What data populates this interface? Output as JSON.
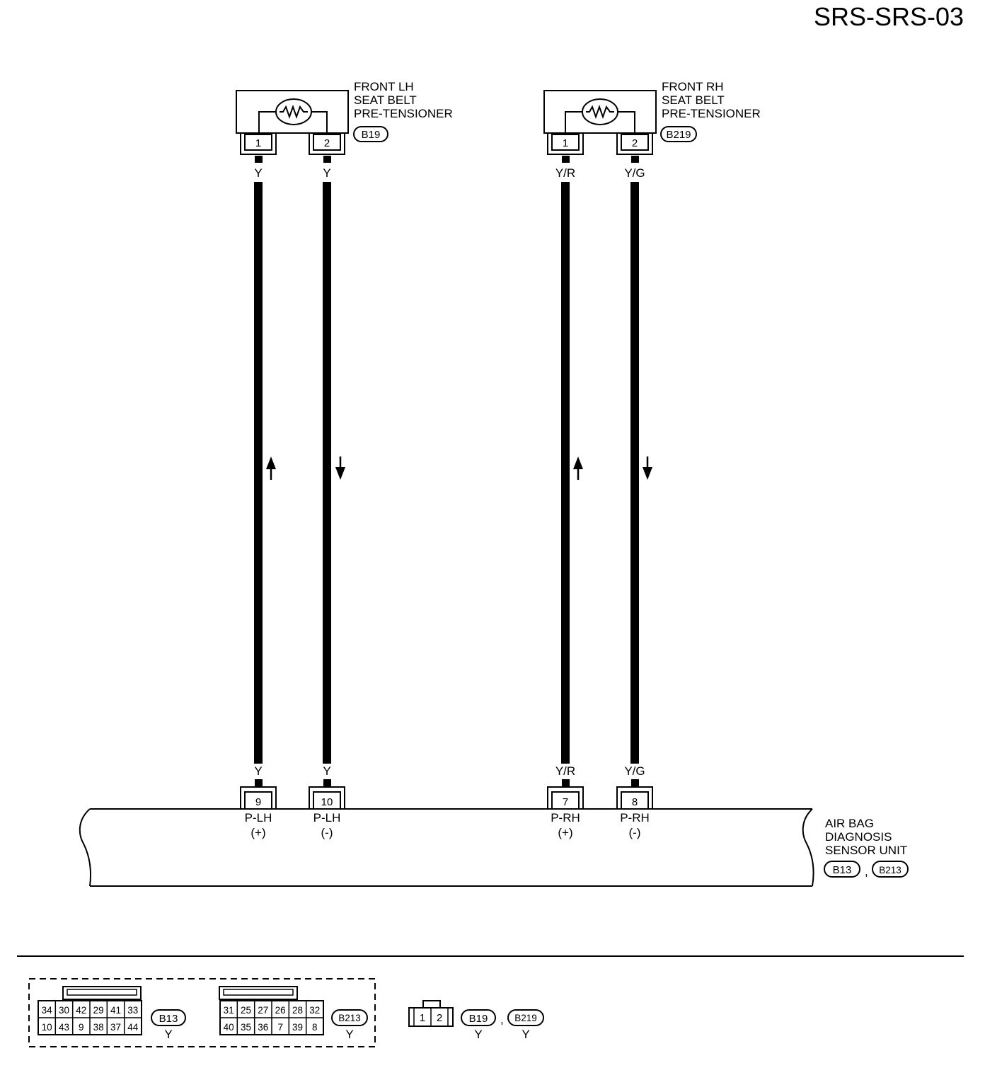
{
  "page_code": "SRS-SRS-03",
  "components": {
    "front_lh": {
      "lines": [
        "FRONT LH",
        "SEAT BELT",
        "PRE-TENSIONER"
      ],
      "connector": "B19",
      "pins": [
        "1",
        "2"
      ]
    },
    "front_rh": {
      "lines": [
        "FRONT RH",
        "SEAT BELT",
        "PRE-TENSIONER"
      ],
      "connector": "B219",
      "pins": [
        "1",
        "2"
      ]
    },
    "sensor_unit": {
      "lines": [
        "AIR BAG",
        "DIAGNOSIS",
        "SENSOR UNIT"
      ],
      "connectors": [
        "B13",
        "B213"
      ],
      "separator": ","
    }
  },
  "wires": [
    {
      "top_color": "Y",
      "bottom_color": "Y",
      "pin": "9",
      "signal": "P-LH",
      "polarity": "(+)",
      "direction": "up"
    },
    {
      "top_color": "Y",
      "bottom_color": "Y",
      "pin": "10",
      "signal": "P-LH",
      "polarity": "(-)",
      "direction": "down"
    },
    {
      "top_color": "Y/R",
      "bottom_color": "Y/R",
      "pin": "7",
      "signal": "P-RH",
      "polarity": "(+)",
      "direction": "up"
    },
    {
      "top_color": "Y/G",
      "bottom_color": "Y/G",
      "pin": "8",
      "signal": "P-RH",
      "polarity": "(-)",
      "direction": "down"
    }
  ],
  "legend": {
    "b13": {
      "row1": [
        "34",
        "30",
        "42",
        "29",
        "41",
        "33"
      ],
      "row2": [
        "10",
        "43",
        "9",
        "38",
        "37",
        "44"
      ],
      "connector": "B13",
      "color": "Y"
    },
    "b213": {
      "row1": [
        "31",
        "25",
        "27",
        "26",
        "28",
        "32"
      ],
      "row2": [
        "40",
        "35",
        "36",
        "7",
        "39",
        "8"
      ],
      "connector": "B213",
      "color": "Y"
    },
    "b19": {
      "pins": [
        "1",
        "2"
      ],
      "connectors": [
        "B19",
        "B219"
      ],
      "separator": ",",
      "colors": [
        "Y",
        "Y"
      ]
    }
  }
}
